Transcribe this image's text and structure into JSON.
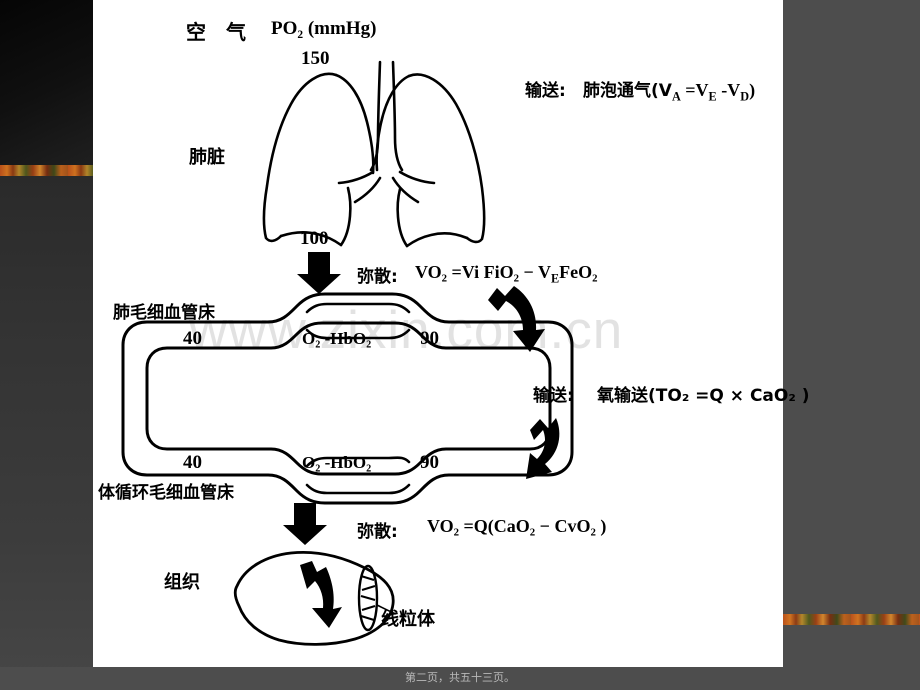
{
  "slide": {
    "watermark": "www.zixin.com.cn",
    "footer": "第二页，共五十三页。"
  },
  "labels": {
    "air": "空　气",
    "po2_unit": "PO₂ (mmHg)",
    "value_air": "150",
    "lung": "肺脏",
    "value_alveolar": "100",
    "pulmonary_capillary_bed": "肺毛细血管床",
    "systemic_capillary_bed": "体循环毛细血管床",
    "tissue": "组织",
    "mitochondria": "线粒体",
    "pulm_venous_value": "40",
    "pulm_arterial_value": "90",
    "sys_venous_value": "40",
    "sys_arterial_value": "90",
    "hb_top": "O₂ -HbO₂",
    "hb_bottom": "O₂ -HbO₂"
  },
  "equations": {
    "transport_ventilation_prefix": "输送:",
    "transport_ventilation": "肺泡通气(V",
    "transport_ventilation_a": "A",
    "transport_ventilation_mid": " =V",
    "transport_ventilation_e": "E",
    "transport_ventilation_minus": " -V",
    "transport_ventilation_d": "D",
    "transport_ventilation_end": ")",
    "diffusion_prefix_1": "弥散:",
    "diffusion_1": "VO₂ =Vi  FiO₂ − V",
    "diffusion_1_sub": "E",
    "diffusion_1_end": "FeO₂",
    "transport_oxygen_prefix": "输送:",
    "transport_oxygen": "氧输送(TO₂ =Q × CaO₂ )",
    "diffusion_prefix_2": "弥散:",
    "diffusion_2": "VO₂ =Q(CaO₂ − CvO₂ )"
  },
  "colors": {
    "ink": "#000000",
    "canvas": "#ffffff",
    "backdrop": "#4d4d4d",
    "watermark": "#e2e2e2",
    "band_accent": "#c0521a"
  }
}
